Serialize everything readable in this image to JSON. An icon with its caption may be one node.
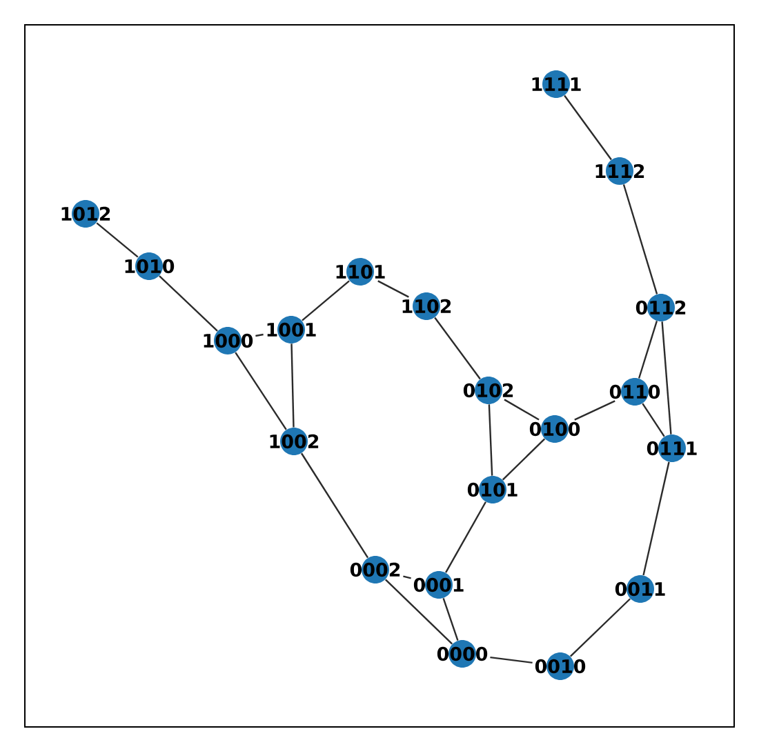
{
  "diagram": {
    "nodes": [
      {
        "text": [
          "1111"
        ]
      },
      {
        "text": [
          "1112"
        ]
      },
      {
        "text": [
          "1012"
        ]
      },
      {
        "text": [
          "1010"
        ]
      },
      {
        "text": [
          "1101"
        ]
      },
      {
        "text": [
          "1102"
        ]
      },
      {
        "text": [
          "0112"
        ]
      },
      {
        "text": [
          "1001"
        ]
      },
      {
        "text": [
          "1000"
        ]
      },
      {
        "text": [
          "0102"
        ]
      },
      {
        "text": [
          "0110"
        ]
      },
      {
        "text": [
          "0100"
        ]
      },
      {
        "text": [
          "1002"
        ]
      },
      {
        "text": [
          "0111"
        ]
      },
      {
        "text": [
          "0101"
        ]
      },
      {
        "text": [
          "0002"
        ]
      },
      {
        "text": [
          "0001"
        ]
      },
      {
        "text": [
          "0011"
        ]
      },
      {
        "text": [
          "0000"
        ]
      },
      {
        "text": [
          "0010"
        ]
      }
    ],
    "edges": [
      {
        "from": 0,
        "to": 1,
        "arrow": "none"
      },
      {
        "from": 1,
        "to": 6,
        "arrow": "none"
      },
      {
        "from": 2,
        "to": 3,
        "arrow": "none"
      },
      {
        "from": 3,
        "to": 8,
        "arrow": "none"
      },
      {
        "from": 8,
        "to": 7,
        "arrow": "none"
      },
      {
        "from": 8,
        "to": 12,
        "arrow": "none"
      },
      {
        "from": 7,
        "to": 12,
        "arrow": "none"
      },
      {
        "from": 7,
        "to": 4,
        "arrow": "none"
      },
      {
        "from": 4,
        "to": 5,
        "arrow": "none"
      },
      {
        "from": 5,
        "to": 9,
        "arrow": "none"
      },
      {
        "from": 9,
        "to": 11,
        "arrow": "none"
      },
      {
        "from": 9,
        "to": 14,
        "arrow": "none"
      },
      {
        "from": 11,
        "to": 10,
        "arrow": "none"
      },
      {
        "from": 11,
        "to": 14,
        "arrow": "none"
      },
      {
        "from": 10,
        "to": 6,
        "arrow": "none"
      },
      {
        "from": 10,
        "to": 13,
        "arrow": "none"
      },
      {
        "from": 6,
        "to": 13,
        "arrow": "none"
      },
      {
        "from": 13,
        "to": 17,
        "arrow": "none"
      },
      {
        "from": 17,
        "to": 19,
        "arrow": "none"
      },
      {
        "from": 19,
        "to": 18,
        "arrow": "none"
      },
      {
        "from": 18,
        "to": 16,
        "arrow": "none"
      },
      {
        "from": 18,
        "to": 15,
        "arrow": "none"
      },
      {
        "from": 15,
        "to": 16,
        "arrow": "none"
      },
      {
        "from": 16,
        "to": 14,
        "arrow": "none"
      },
      {
        "from": 12,
        "to": 15,
        "arrow": "none"
      }
    ]
  }
}
